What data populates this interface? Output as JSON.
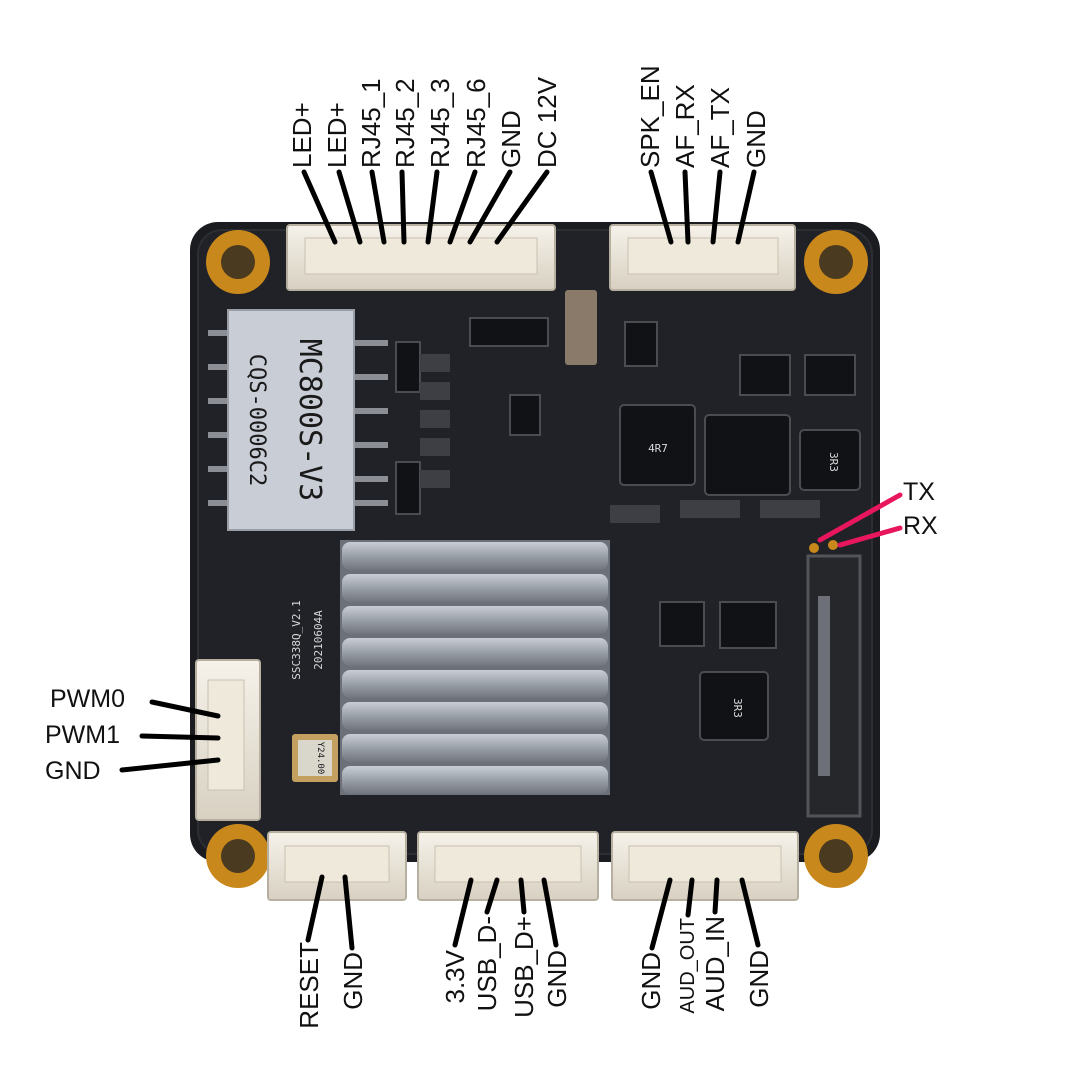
{
  "board": {
    "module_label_line1": "MC800S-V3",
    "module_label_line2": "CQS-0006C2",
    "silk_line1": "SSC338Q_V2.1",
    "silk_line2": "20210604A",
    "inductor_1": "4R7",
    "inductor_2": "3R3",
    "inductor_3": "3R3",
    "crystal": "Y24.00",
    "colors": {
      "pcb": "#1b1c20",
      "header": "#ece7dc",
      "heatsink": "#a4a9b1",
      "pad": "#c9881c",
      "wire": "#000000",
      "uart_wire": "#e8175d"
    }
  },
  "labels": {
    "top_left": [
      "LED+",
      "LED+",
      "RJ45_1",
      "RJ45_2",
      "RJ45_3",
      "RJ45_6",
      "GND",
      "DC 12V"
    ],
    "top_right": [
      "SPK_EN",
      "AF_RX",
      "AF_TX",
      "GND"
    ],
    "uart": [
      "TX",
      "RX"
    ],
    "left": [
      "PWM0",
      "PWM1",
      "GND"
    ],
    "bottom_left": [
      "RESET",
      "GND"
    ],
    "bottom_mid": [
      "3.3V",
      "USB_D-",
      "USB_D+",
      "GND"
    ],
    "bottom_right": [
      "GND",
      "AUD_OUT",
      "AUD_IN",
      "GND"
    ]
  }
}
